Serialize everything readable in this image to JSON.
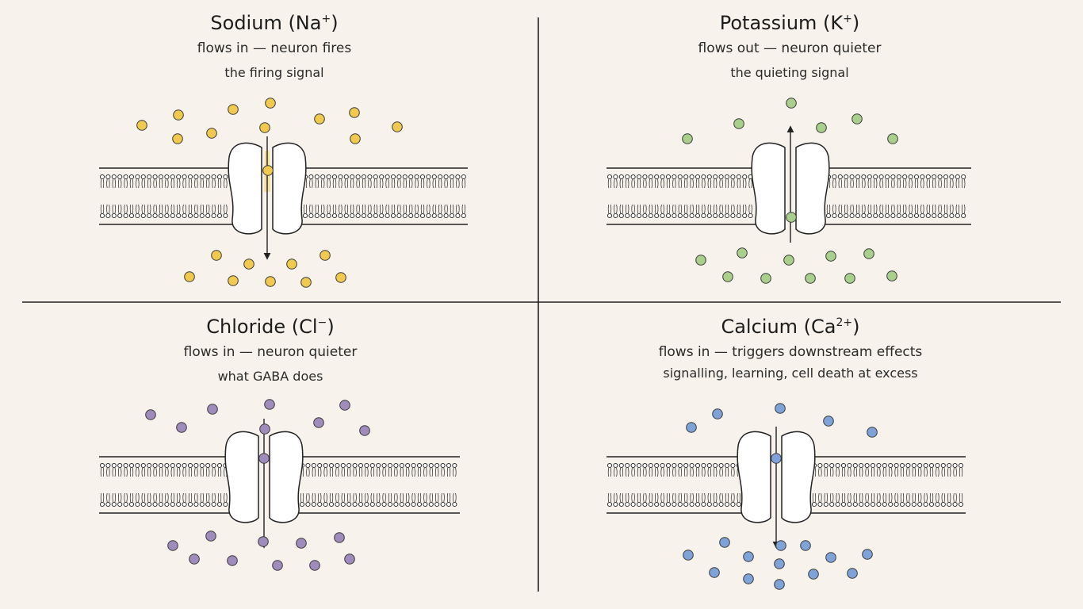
{
  "colors": {
    "background": "#f7f3ec",
    "ink": "#222222",
    "sodium": "#f0c94e",
    "potassium": "#a9cf8d",
    "chloride": "#a08bbd",
    "calcium": "#7fa2d8",
    "sodium_glow": "#f4d35e"
  },
  "icons": {
    "membrane": "lipid-bilayer-icon",
    "channel": "ion-channel-icon",
    "ion": "ion-dot-icon",
    "flow": "flow-arrow-icon"
  },
  "panels": [
    {
      "id": "sodium",
      "title": "Sodium (Na",
      "charge": "+",
      "title_close": ")",
      "line1": "flows in — neuron fires",
      "line2": "the firing signal",
      "ion_color": "#f0c94e",
      "flow_direction": "in"
    },
    {
      "id": "potassium",
      "title": "Potassium (K",
      "charge": "+",
      "title_close": ")",
      "line1": "flows out — neuron quieter",
      "line2": "the quieting signal",
      "ion_color": "#a9cf8d",
      "flow_direction": "out"
    },
    {
      "id": "chloride",
      "title": "Chloride (Cl",
      "charge": "−",
      "title_close": ")",
      "line1": "flows in — neuron quieter",
      "line2": "what GABA does",
      "ion_color": "#a08bbd",
      "flow_direction": "in"
    },
    {
      "id": "calcium",
      "title": "Calcium (Ca",
      "charge": "2+",
      "title_close": ")",
      "line1": "flows in — triggers downstream effects",
      "line2": "signalling, learning, cell death at excess",
      "ion_color": "#7fa2d8",
      "flow_direction": "in"
    }
  ]
}
